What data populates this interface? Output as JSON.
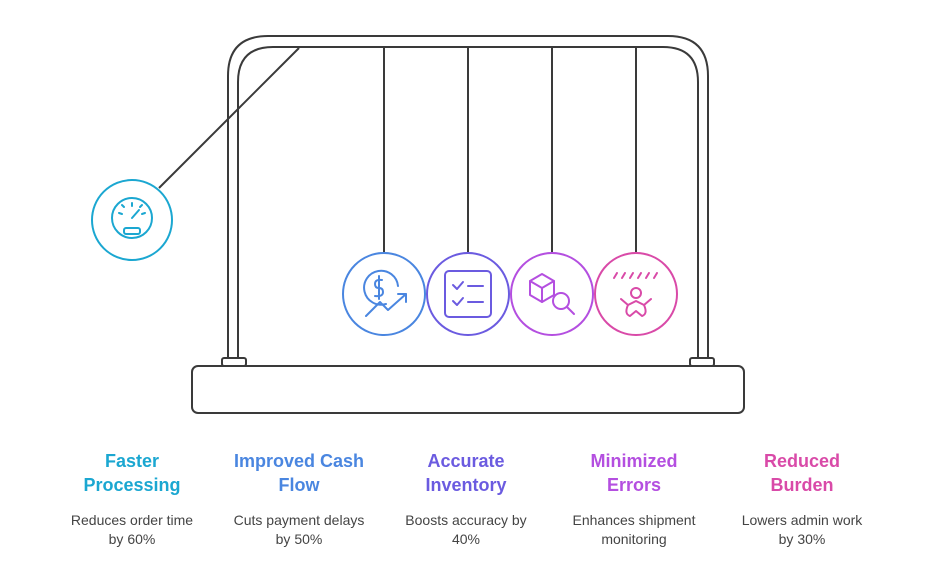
{
  "colors": {
    "frame": "#3a3a3a",
    "items": [
      "#1ba7d1",
      "#4a86e0",
      "#6b5be0",
      "#b44fe0",
      "#d94aa8"
    ]
  },
  "items": [
    {
      "title": "Faster Processing",
      "title_lines": [
        "Faster",
        "Processing"
      ],
      "description_lines": [
        "Reduces order time",
        "by 60%"
      ],
      "icon": "speedometer-icon"
    },
    {
      "title": "Improved Cash Flow",
      "title_lines": [
        "Improved Cash",
        "Flow"
      ],
      "description_lines": [
        "Cuts payment delays",
        "by 50%"
      ],
      "icon": "dollar-growth-icon"
    },
    {
      "title": "Accurate Inventory",
      "title_lines": [
        "Accurate",
        "Inventory"
      ],
      "description_lines": [
        "Boosts accuracy by",
        "40%"
      ],
      "icon": "checklist-icon"
    },
    {
      "title": "Minimized Errors",
      "title_lines": [
        "Minimized",
        "Errors"
      ],
      "description_lines": [
        "Enhances shipment",
        "monitoring"
      ],
      "icon": "box-search-icon"
    },
    {
      "title": "Reduced Burden",
      "title_lines": [
        "Reduced",
        "Burden"
      ],
      "description_lines": [
        "Lowers admin work",
        "by 30%"
      ],
      "icon": "relaxed-person-icon"
    }
  ]
}
